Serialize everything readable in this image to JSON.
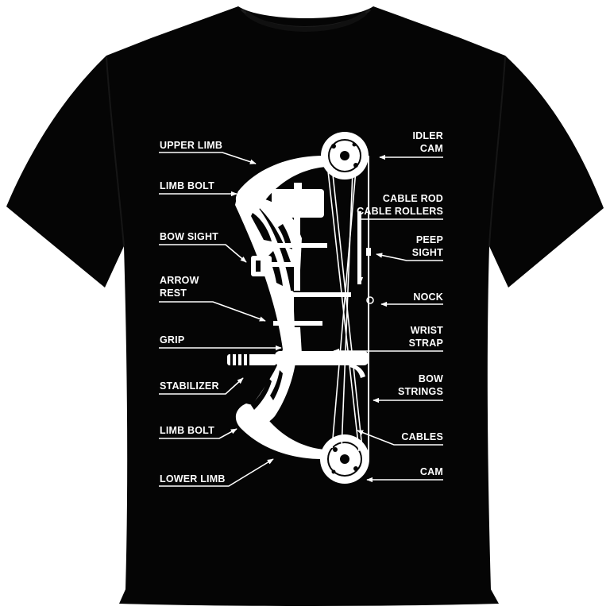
{
  "product": {
    "colors": {
      "shirt": "#050505",
      "ink": "#ffffff",
      "background": "#ffffff"
    },
    "garment_icon": "tshirt-icon",
    "diagram_icon": "compound-bow-icon"
  },
  "labels": {
    "upper_limb": "UPPER LIMB",
    "limb_bolt_top": "LIMB BOLT",
    "bow_sight": "BOW SIGHT",
    "arrow_rest_1": "ARROW",
    "arrow_rest_2": "REST",
    "grip": "GRIP",
    "stabilizer": "STABILIZER",
    "limb_bolt_bottom": "LIMB BOLT",
    "lower_limb": "LOWER LIMB",
    "idler_cam_1": "IDLER",
    "idler_cam_2": "CAM",
    "cable_rod_1": "CABLE ROD",
    "cable_rod_2": "CABLE ROLLERS",
    "peep_sight_1": "PEEP",
    "peep_sight_2": "SIGHT",
    "nock": "NOCK",
    "wrist_strap_1": "WRIST",
    "wrist_strap_2": "STRAP",
    "bow_strings_1": "BOW",
    "bow_strings_2": "STRINGS",
    "cables": "CABLES",
    "cam": "CAM"
  }
}
